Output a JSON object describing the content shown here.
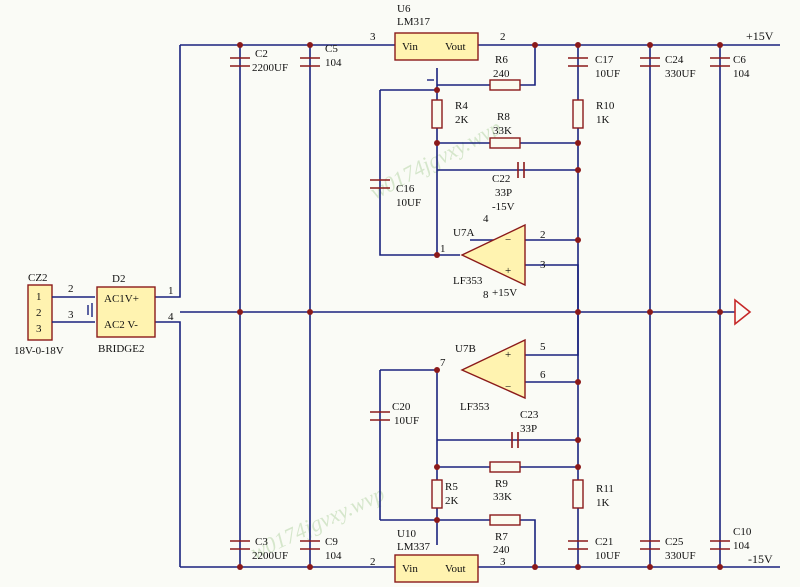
{
  "regulators": {
    "u6": {
      "ref": "U6",
      "part": "LM317",
      "vin": "Vin",
      "vout": "Vout",
      "pin_in": "3",
      "pin_out": "2"
    },
    "u10": {
      "ref": "U10",
      "part": "LM337",
      "vin": "Vin",
      "vout": "Vout",
      "pin_in": "2",
      "pin_out": "3"
    }
  },
  "opamps": {
    "u7a": {
      "ref": "U7A",
      "part": "LF353",
      "pin_out": "1",
      "pin_inv": "2",
      "pin_noninv": "3",
      "pin_vneg": "4",
      "pin_vpos": "8",
      "supply_neg": "-15V",
      "supply_pos": "+15V"
    },
    "u7b": {
      "ref": "U7B",
      "part": "LF353",
      "pin_out": "7",
      "pin_noninv": "5",
      "pin_inv": "6"
    }
  },
  "connector": {
    "ref": "CZ2",
    "pins": [
      "1",
      "2",
      "3"
    ],
    "label": "18V-0-18V"
  },
  "bridge": {
    "ref": "D2",
    "ac1": "AC1V+",
    "ac2": "AC2 V-",
    "part": "BRIDGE2",
    "pin_left_2": "2",
    "pin_left_3": "3",
    "pin_right_1": "1",
    "pin_right_4": "4"
  },
  "capacitors": {
    "c2": {
      "ref": "C2",
      "value": "2200UF"
    },
    "c5": {
      "ref": "C5",
      "value": "104"
    },
    "c17": {
      "ref": "C17",
      "value": "10UF"
    },
    "c24": {
      "ref": "C24",
      "value": "330UF"
    },
    "c6": {
      "ref": "C6",
      "value": "104"
    },
    "c16": {
      "ref": "C16",
      "value": "10UF"
    },
    "c22": {
      "ref": "C22",
      "value": "33P"
    },
    "c20": {
      "ref": "C20",
      "value": "10UF"
    },
    "c23": {
      "ref": "C23",
      "value": "33P"
    },
    "c3": {
      "ref": "C3",
      "value": "2200UF"
    },
    "c9": {
      "ref": "C9",
      "value": "104"
    },
    "c21": {
      "ref": "C21",
      "value": "10UF"
    },
    "c25": {
      "ref": "C25",
      "value": "330UF"
    },
    "c10": {
      "ref": "C10",
      "value": "104"
    }
  },
  "resistors": {
    "r6": {
      "ref": "R6",
      "value": "240"
    },
    "r4": {
      "ref": "R4",
      "value": "2K"
    },
    "r8": {
      "ref": "R8",
      "value": "33K"
    },
    "r10": {
      "ref": "R10",
      "value": "1K"
    },
    "r5": {
      "ref": "R5",
      "value": "2K"
    },
    "r9": {
      "ref": "R9",
      "value": "33K"
    },
    "r11": {
      "ref": "R11",
      "value": "1K"
    },
    "r7": {
      "ref": "R7",
      "value": "240"
    }
  },
  "nets": {
    "pos_rail": "+15V",
    "neg_rail": "-15V"
  },
  "watermark": {
    "top": "w0174jgvxy.wvp",
    "bottom": "w0174jgvxy.wvp"
  }
}
